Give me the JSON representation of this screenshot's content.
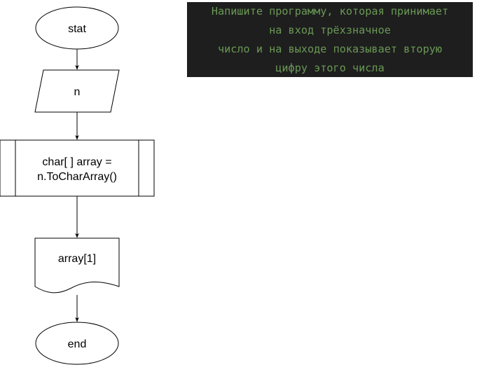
{
  "flowchart": {
    "start_label": "stat",
    "input_label": "n",
    "process_lines": [
      "char[ ] array =",
      "n.ToCharArray()"
    ],
    "output_label": "array[1]",
    "end_label": "end",
    "stroke_color": "#000000",
    "fill_color": "#ffffff"
  },
  "task": {
    "lines": [
      "Напишите программу, которая принимает",
      "на вход трёхзначное",
      "число и на выходе показывает вторую",
      "цифру этого числа"
    ],
    "background_color": "#1e1e1e",
    "text_color": "#6a9955"
  }
}
